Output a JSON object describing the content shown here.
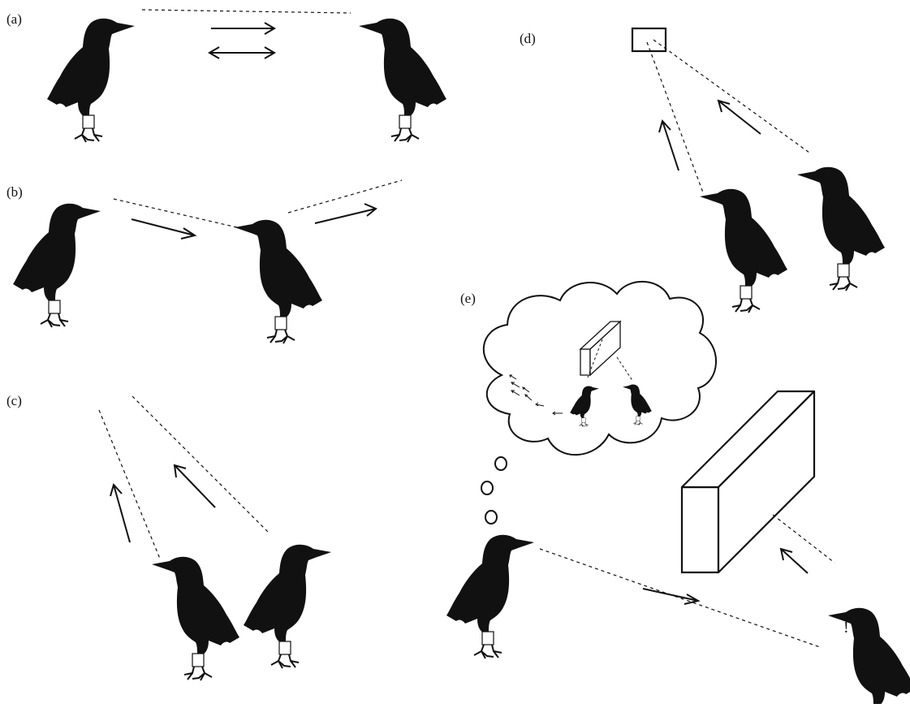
{
  "panels": {
    "a": {
      "label": "(a)"
    },
    "b": {
      "label": "(b)"
    },
    "c": {
      "label": "(c)"
    },
    "d": {
      "label": "(d)"
    },
    "e": {
      "label": "(e)",
      "exclamation": "!"
    }
  },
  "colors": {
    "silhouette": "#111111",
    "line": "#111111",
    "background": "#ffffff"
  },
  "icons": [
    "crow-silhouette",
    "arrow",
    "double-arrow",
    "gaze-line",
    "target-box",
    "barrier-wall",
    "thought-cloud"
  ]
}
